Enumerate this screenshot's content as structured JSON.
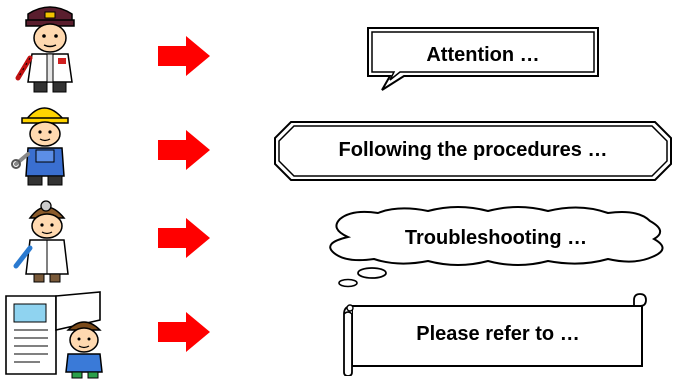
{
  "rows": [
    {
      "figure": "police-officer",
      "label": "Attention …",
      "bubble": "speech-bubble"
    },
    {
      "figure": "construction-worker",
      "label": "Following the procedures …",
      "bubble": "octagon-frame"
    },
    {
      "figure": "doctor",
      "label": "Troubleshooting …",
      "bubble": "thought-cloud"
    },
    {
      "figure": "child-with-manual",
      "label": "Please refer to …",
      "bubble": "scroll-banner"
    }
  ],
  "colors": {
    "arrow": "#ff0000",
    "outline": "#000000"
  }
}
